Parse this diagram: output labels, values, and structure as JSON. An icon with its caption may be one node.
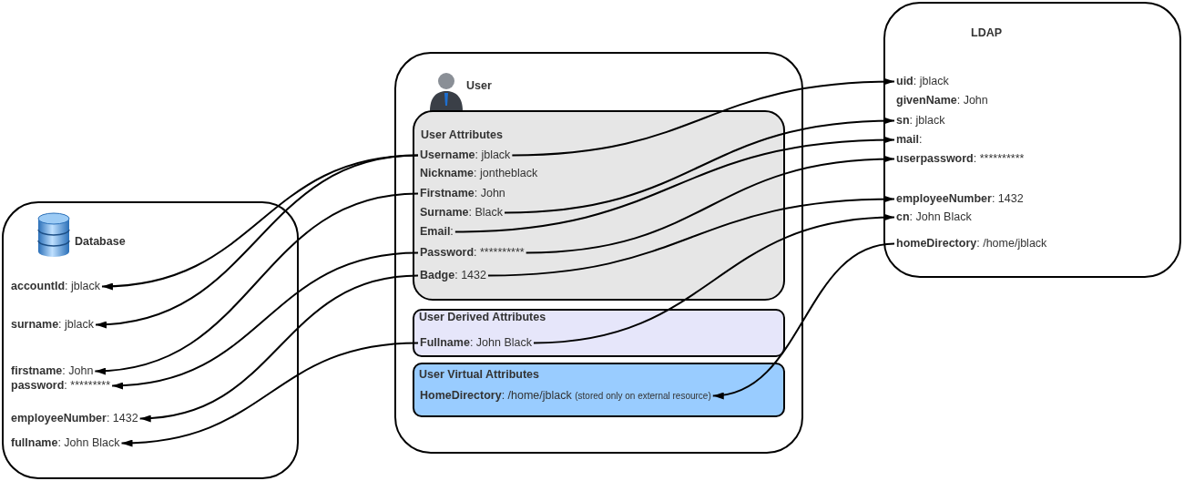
{
  "diagram": {
    "nodes": [
      {
        "text": [
          "Database"
        ]
      },
      {
        "text": [
          "accountId: jblack"
        ],
        "in": 0
      },
      {
        "text": [
          "surname: jblack"
        ],
        "in": 0
      },
      {
        "text": [
          "firstname: John"
        ],
        "in": 0
      },
      {
        "text": [
          "password: *********"
        ],
        "in": 0
      },
      {
        "text": [
          "employeeNumber: 1432"
        ],
        "in": 0
      },
      {
        "text": [
          "fullname: John Black"
        ],
        "in": 0
      },
      {
        "text": [
          "User"
        ]
      },
      {
        "text": [
          "User Attributes"
        ],
        "in": 7
      },
      {
        "text": [
          "Username: jblack"
        ],
        "in": 8
      },
      {
        "text": [
          "Nickname: jontheblack"
        ],
        "in": 8
      },
      {
        "text": [
          "Firstname: John"
        ],
        "in": 8
      },
      {
        "text": [
          "Surname: Black"
        ],
        "in": 8
      },
      {
        "text": [
          "Email:"
        ],
        "in": 8
      },
      {
        "text": [
          "Password: **********"
        ],
        "in": 8
      },
      {
        "text": [
          "Badge: 1432"
        ],
        "in": 8
      },
      {
        "text": [
          "User Derived Attributes"
        ],
        "in": 7
      },
      {
        "text": [
          "Fullname: John Black"
        ],
        "in": 16
      },
      {
        "text": [
          "User Virtual Attributes"
        ],
        "in": 7
      },
      {
        "text": [
          "HomeDirectory: /home/jblack",
          "(stored only on external resource)"
        ],
        "in": 18
      },
      {
        "text": [
          "LDAP"
        ]
      },
      {
        "text": [
          "uid: jblack"
        ],
        "in": 20
      },
      {
        "text": [
          "givenName: John"
        ],
        "in": 20
      },
      {
        "text": [
          "sn: jblack"
        ],
        "in": 20
      },
      {
        "text": [
          "mail:"
        ],
        "in": 20
      },
      {
        "text": [
          "userpassword: **********"
        ],
        "in": 20
      },
      {
        "text": [
          "employeeNumber: 1432"
        ],
        "in": 20
      },
      {
        "text": [
          "cn: John Black"
        ],
        "in": 20
      },
      {
        "text": [
          "homeDirectory: /home/jblack"
        ],
        "in": 20
      }
    ],
    "edges": [
      {
        "from": 9,
        "to": 1,
        "arrow": "to"
      },
      {
        "from": 9,
        "to": 2,
        "arrow": "to"
      },
      {
        "from": 11,
        "to": 3,
        "arrow": "to"
      },
      {
        "from": 14,
        "to": 4,
        "arrow": "to"
      },
      {
        "from": 15,
        "to": 5,
        "arrow": "to"
      },
      {
        "from": 17,
        "to": 6,
        "arrow": "to"
      },
      {
        "from": 9,
        "to": 21,
        "arrow": "to"
      },
      {
        "from": 12,
        "to": 23,
        "arrow": "to"
      },
      {
        "from": 13,
        "to": 24,
        "arrow": "to"
      },
      {
        "from": 14,
        "to": 25,
        "arrow": "to"
      },
      {
        "from": 15,
        "to": 26,
        "arrow": "to"
      },
      {
        "from": 17,
        "to": 27,
        "arrow": "to"
      },
      {
        "from": 28,
        "to": 19,
        "arrow": "to"
      }
    ]
  }
}
